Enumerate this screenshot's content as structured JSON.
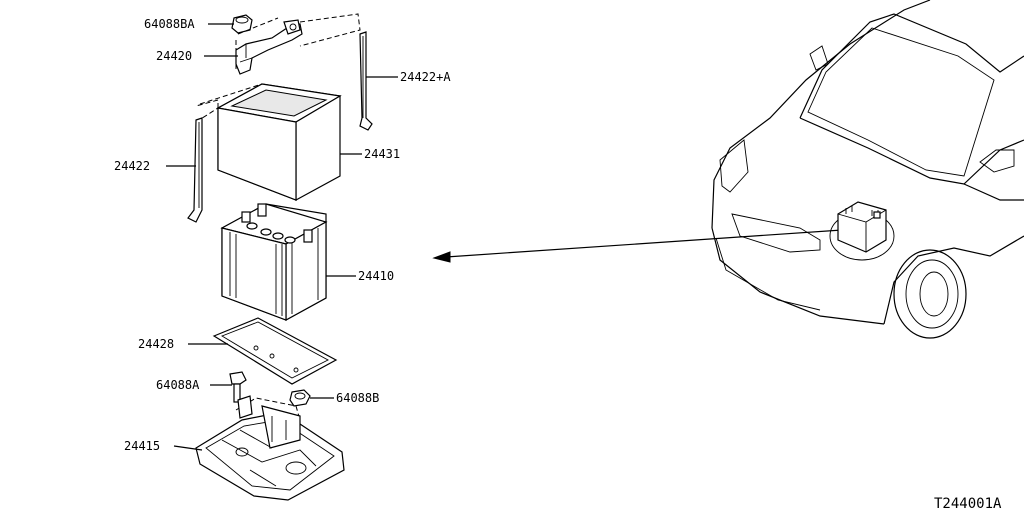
{
  "parts": [
    {
      "id": "p64088ba",
      "number": "64088BA"
    },
    {
      "id": "p24420",
      "number": "24420"
    },
    {
      "id": "p24422a",
      "number": "24422+A"
    },
    {
      "id": "p24431",
      "number": "24431"
    },
    {
      "id": "p24422",
      "number": "24422"
    },
    {
      "id": "p24410",
      "number": "24410"
    },
    {
      "id": "p24428",
      "number": "24428"
    },
    {
      "id": "p64088a",
      "number": "64088A"
    },
    {
      "id": "p64088b",
      "number": "64088B"
    },
    {
      "id": "p24415",
      "number": "24415"
    }
  ],
  "diagram_code": "T244001A"
}
